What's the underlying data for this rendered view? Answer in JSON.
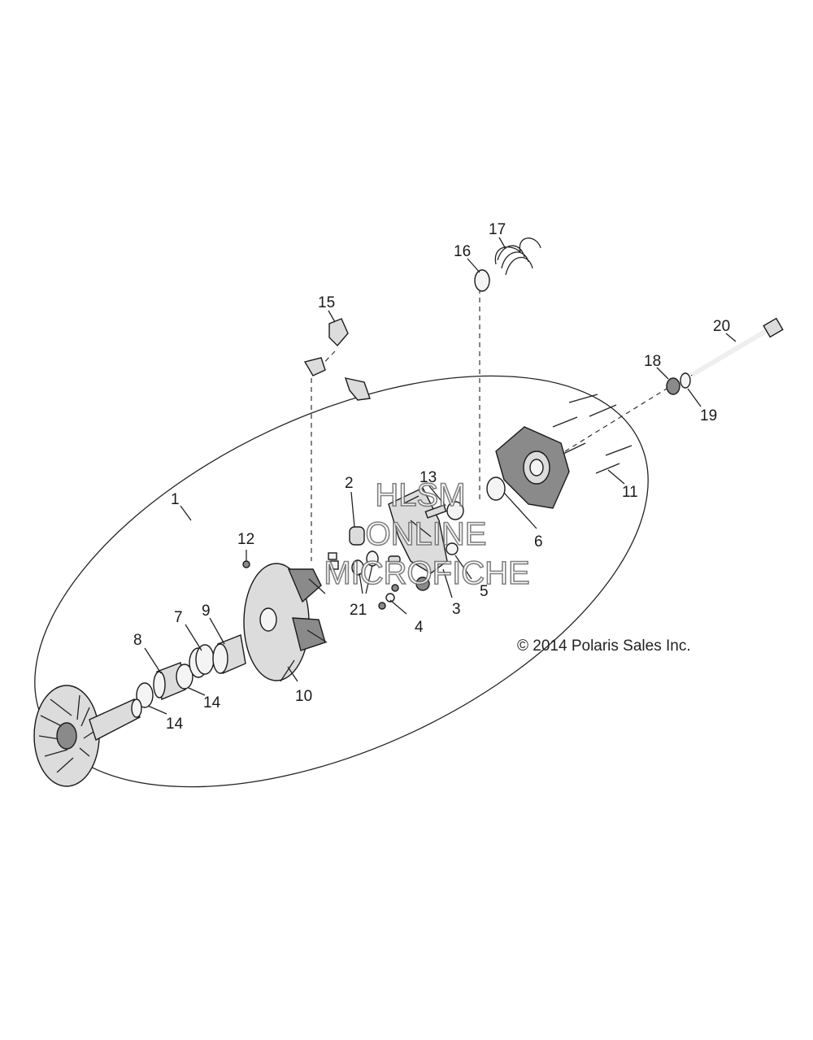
{
  "copyright": "© 2014 Polaris Sales Inc.",
  "watermark": {
    "line1": "HLSM",
    "line2": "ONLINE",
    "line3": "MICROFICHE"
  },
  "callouts": {
    "c1": "1",
    "c2": "2",
    "c3": "3",
    "c4": "4",
    "c5": "5",
    "c6": "6",
    "c7": "7",
    "c8": "8",
    "c9": "9",
    "c10": "10",
    "c11": "11",
    "c12": "12",
    "c13": "13",
    "c14a": "14",
    "c14b": "14",
    "c15": "15",
    "c16": "16",
    "c17": "17",
    "c18": "18",
    "c19": "19",
    "c20": "20",
    "c21": "21"
  }
}
